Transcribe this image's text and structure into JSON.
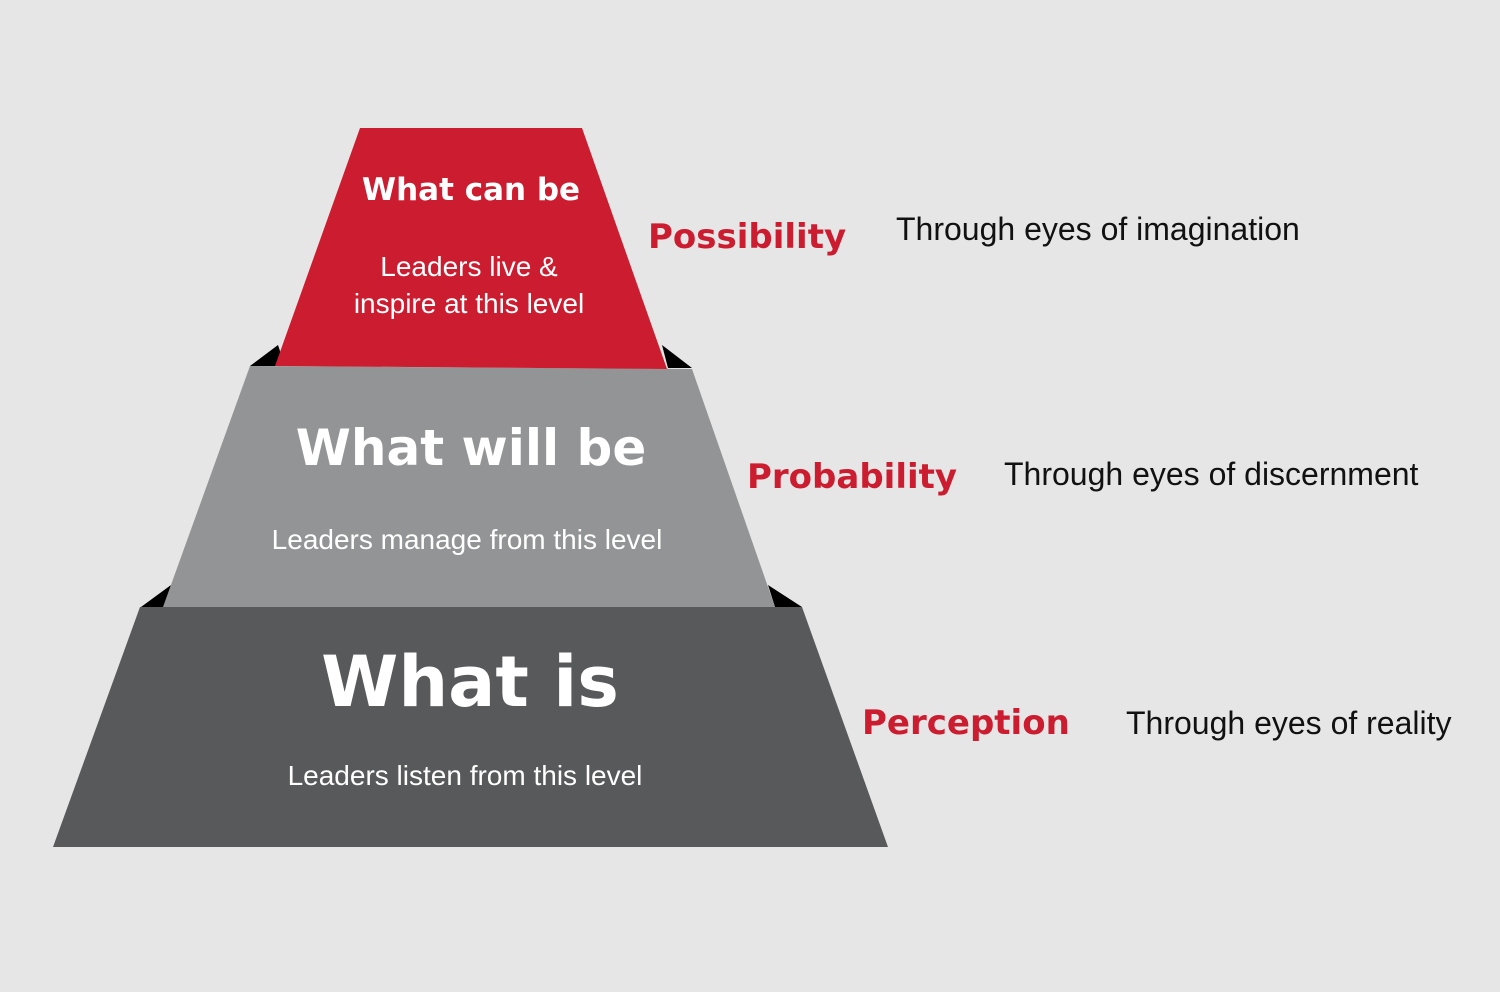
{
  "colors": {
    "background": "#e7e6e6",
    "top_tier": "#cc1c2f",
    "middle_tier": "#939496",
    "bottom_tier": "#58595b",
    "shadow": "#000000",
    "label": "#cc1c2f",
    "description": "#111111"
  },
  "pyramid": {
    "top": {
      "title": "What can be",
      "subtitle_line1": "Leaders live &",
      "subtitle_line2": "inspire at this level",
      "label": "Possibility",
      "description": "Through eyes of imagination"
    },
    "middle": {
      "title": "What will be",
      "subtitle": "Leaders manage from this level",
      "label": "Probability",
      "description": "Through eyes of discernment"
    },
    "bottom": {
      "title": "What is",
      "subtitle": "Leaders listen from this level",
      "label": "Perception",
      "description": "Through eyes of reality"
    }
  }
}
